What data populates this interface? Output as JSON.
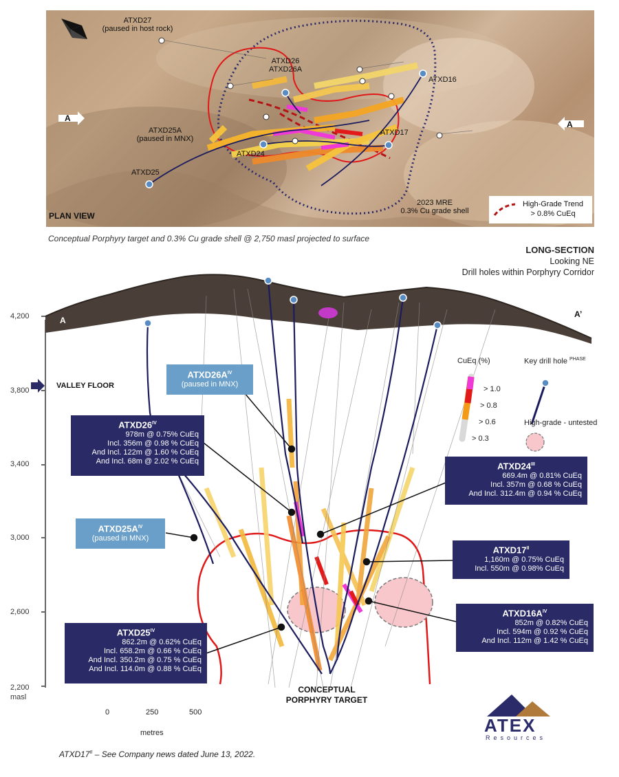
{
  "plan_view": {
    "label": "PLAN VIEW",
    "caption": "Conceptual Porphyry target and 0.3% Cu grade shell @ 2,750 masl projected to surface",
    "section_marker_left": "A",
    "section_marker_right": "A",
    "holes": {
      "atxd27": "ATXD27",
      "atxd27_note": "(paused in host rock)",
      "atxd26": "ATXD26",
      "atxd26a": "ATXD26A",
      "atxd16": "ATXD16",
      "atxd25a": "ATXD25A",
      "atxd25a_note": "(paused in MNX)",
      "atxd17": "ATXD17",
      "atxd24": "ATXD24",
      "atxd25": "ATXD25"
    },
    "shell_label_1": "2023 MRE",
    "shell_label_2": "0.3% Cu grade shell",
    "legend_line1": "High-Grade Trend",
    "legend_line2": "> 0.8% CuEq"
  },
  "long_section": {
    "title": "LONG-SECTION",
    "subtitle1": "Looking NE",
    "subtitle2": "Drill holes within Porphyry Corridor",
    "marker_left": "A",
    "marker_right": "A’",
    "valley_floor": "VALLEY FLOOR",
    "y_ticks": [
      "4,200",
      "3,800",
      "3,400",
      "3,000",
      "2,600",
      "2,200"
    ],
    "y_unit": "masl",
    "target_line1": "CONCEPTUAL",
    "target_line2": "PORPHYRY TARGET",
    "legend": {
      "cueq_title": "CuEq (%)",
      "drill_title": "Key drill hole",
      "drill_sup": "PHASE",
      "g1": "> 1.0",
      "g2": "> 0.8",
      "g3": "> 0.6",
      "g4": "> 0.3",
      "untested": "High-grade - untested",
      "colors": [
        "#f03ad8",
        "#e21a1a",
        "#f59a17",
        "#d9d9d9"
      ]
    },
    "callouts": {
      "atxd26a": {
        "name": "ATXD26A",
        "phase": "IV",
        "note": "(paused in MNX)"
      },
      "atxd26": {
        "name": "ATXD26",
        "phase": "IV",
        "lines": [
          "978m @ 0.75% CuEq",
          "Incl. 356m @ 0.98 % CuEq",
          "And Incl. 122m @ 1.60 % CuEq",
          "And Incl. 68m @ 2.02 % CuEq"
        ]
      },
      "atxd25a": {
        "name": "ATXD25A",
        "phase": "IV",
        "note": "(paused in MNX)"
      },
      "atxd24": {
        "name": "ATXD24",
        "phase": "III",
        "lines": [
          "669.4m @ 0.81% CuEq",
          "Incl. 357m @ 0.68 % CuEq",
          "And Incl. 312.4m @ 0.94 % CuEq"
        ]
      },
      "atxd17": {
        "name": "ATXD17",
        "phase": "II",
        "lines": [
          "1,160m @ 0.75% CuEq",
          "Incl. 550m @ 0.98% CuEq"
        ]
      },
      "atxd16a": {
        "name": "ATXD16A",
        "phase": "IV",
        "lines": [
          "852m @ 0.82% CuEq",
          "Incl. 594m @ 0.92 % CuEq",
          "And Incl. 112m @ 1.42 % CuEq"
        ]
      },
      "atxd25": {
        "name": "ATXD25",
        "phase": "IV",
        "lines": [
          "862.2m @ 0.62% CuEq",
          "Incl. 658.2m @ 0.66 % CuEq",
          "And Incl. 350.2m @ 0.75 % CuEq",
          "And Incl. 114.0m @ 0.88 % CuEq"
        ]
      }
    },
    "scale": {
      "t0": "0",
      "t1": "250",
      "t2": "500",
      "unit": "metres"
    }
  },
  "logo": {
    "name": "ATEX",
    "sub": "Resources"
  },
  "footnote_prefix": "ATXD17",
  "footnote_sup": "II",
  "footnote_text": " – See Company news dated June 13, 2022."
}
